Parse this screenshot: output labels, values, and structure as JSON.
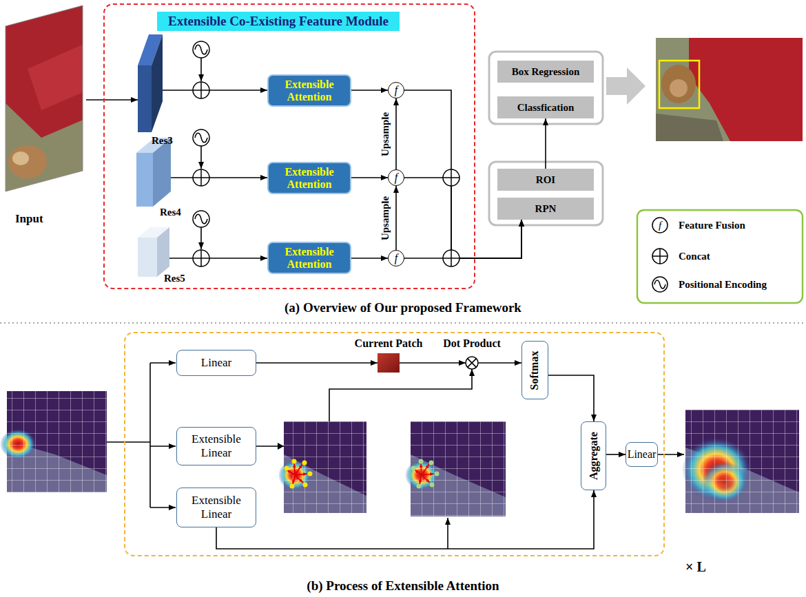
{
  "diagram": {
    "nodes": [
      {
        "text": [
          "Input"
        ]
      },
      {
        "text": [
          "Extensible Co-Existing Feature Module"
        ]
      },
      {
        "text": [
          "Res3"
        ],
        "in": 1
      },
      {
        "text": [
          "Extensible Attention"
        ],
        "in": 1
      },
      {
        "text": [
          "f"
        ],
        "in": 1
      },
      {
        "text": [
          "Res4"
        ],
        "in": 1
      },
      {
        "text": [
          "Extensible Attention"
        ],
        "in": 1
      },
      {
        "text": [
          "f"
        ],
        "in": 1
      },
      {
        "text": [
          "Res5"
        ],
        "in": 1
      },
      {
        "text": [
          "Extensible Attention"
        ],
        "in": 1
      },
      {
        "text": [
          "f"
        ],
        "in": 1
      },
      {
        "text": [
          "Box Regression"
        ]
      },
      {
        "text": [
          "Classfication"
        ]
      },
      {
        "text": [
          "ROI"
        ]
      },
      {
        "text": [
          "RPN"
        ]
      },
      {
        "text": [
          "× L"
        ]
      },
      {
        "text": [
          "Linear"
        ],
        "in": 15
      },
      {
        "text": [
          "Extensible Linear"
        ],
        "in": 15
      },
      {
        "text": [
          "Extensible Linear"
        ],
        "in": 15
      },
      {
        "text": [
          "Current Patch"
        ],
        "in": 15
      },
      {
        "text": [
          "Dot Product"
        ],
        "in": 15
      },
      {
        "text": [
          "Softmax"
        ],
        "in": 15
      },
      {
        "text": [
          "Aggregate"
        ],
        "in": 15
      },
      {
        "text": [
          "Linear"
        ],
        "in": 15
      }
    ],
    "edges": [
      {
        "from": 0,
        "to": 2,
        "arrow": "to"
      },
      {
        "from": 2,
        "to": 3,
        "arrow": "to"
      },
      {
        "from": 5,
        "to": 6,
        "arrow": "to"
      },
      {
        "from": 8,
        "to": 9,
        "arrow": "to"
      },
      {
        "from": 3,
        "to": 4,
        "arrow": "to"
      },
      {
        "from": 6,
        "to": 7,
        "arrow": "to"
      },
      {
        "from": 9,
        "to": 10,
        "arrow": "to"
      },
      {
        "from": 10,
        "to": 7,
        "label": "Upsample",
        "arrow": "to"
      },
      {
        "from": 7,
        "to": 4,
        "label": "Upsample",
        "arrow": "to"
      },
      {
        "from": 4,
        "to": 14,
        "arrow": "to"
      },
      {
        "from": 7,
        "to": 14,
        "arrow": "to"
      },
      {
        "from": 10,
        "to": 14,
        "arrow": "to"
      },
      {
        "from": 13,
        "to": 12,
        "arrow": "to"
      },
      {
        "from": 16,
        "to": 19,
        "arrow": "to"
      },
      {
        "from": 19,
        "to": 20,
        "arrow": "to"
      },
      {
        "from": 17,
        "to": 20,
        "arrow": "to"
      },
      {
        "from": 20,
        "to": 21,
        "arrow": "to"
      },
      {
        "from": 21,
        "to": 22,
        "arrow": "to"
      },
      {
        "from": 18,
        "to": 22,
        "arrow": "to"
      },
      {
        "from": 22,
        "to": 23,
        "arrow": "to"
      }
    ],
    "labels": [
      "(a) Overview of Our proposed Framework",
      "f",
      "(b) Process of Extensible Attention"
    ],
    "legend": [
      {
        "text": "Feature Fusion"
      },
      {
        "text": "Concat"
      },
      {
        "text": "Positional Encoding"
      }
    ]
  }
}
